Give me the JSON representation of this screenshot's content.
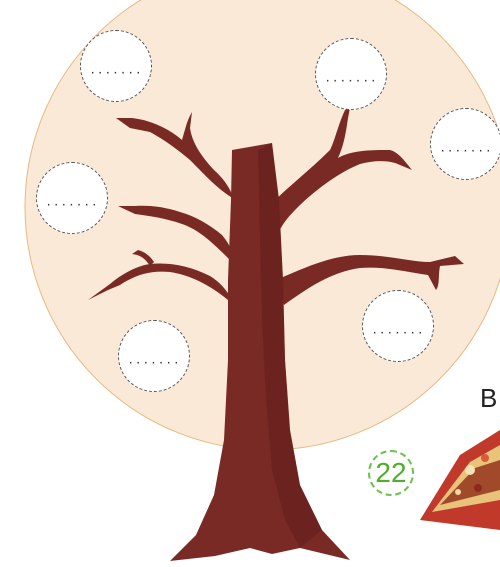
{
  "worksheet": {
    "blank_placeholder": ".......",
    "page_number": "22",
    "section_letter": "B"
  },
  "colors": {
    "background_circle": "#fbe9d7",
    "circle_border": "#e6b980",
    "trunk": "#7a2a25",
    "trunk_shadow": "#5a1b18",
    "page_number_green": "#4fae2e"
  },
  "icons": {
    "tree": "bare-tree-illustration",
    "food": "lentils-spices-illustration"
  }
}
